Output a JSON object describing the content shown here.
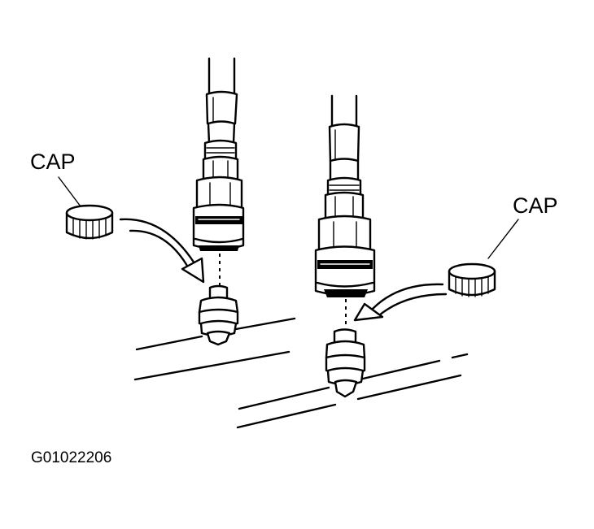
{
  "labels": {
    "cap_left": "CAP",
    "cap_right": "CAP",
    "figure_id": "G01022206"
  }
}
